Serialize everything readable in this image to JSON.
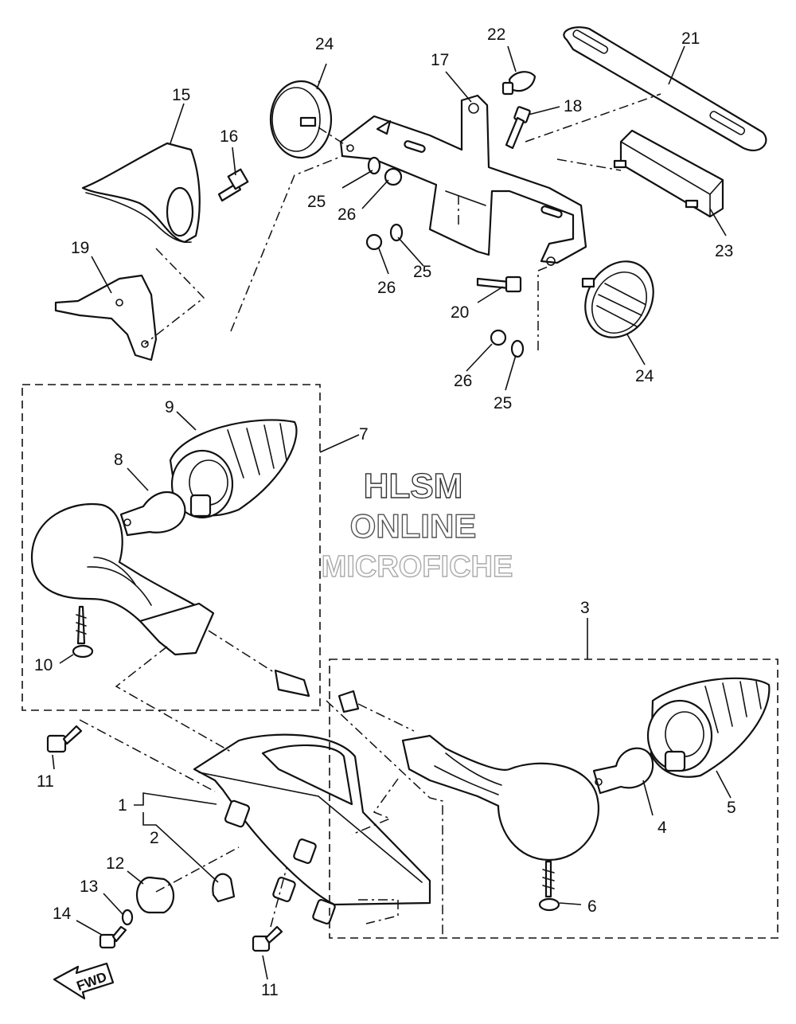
{
  "callouts": {
    "c1": "1",
    "c2": "2",
    "c3": "3",
    "c4": "4",
    "c5": "5",
    "c6": "6",
    "c7": "7",
    "c8": "8",
    "c9": "9",
    "c10": "10",
    "c11a": "11",
    "c11b": "11",
    "c12": "12",
    "c13": "13",
    "c14": "14",
    "c15": "15",
    "c16": "16",
    "c17": "17",
    "c18": "18",
    "c19": "19",
    "c20": "20",
    "c21": "21",
    "c22": "22",
    "c23": "23",
    "c24a": "24",
    "c24b": "24",
    "c25a": "25",
    "c25b": "25",
    "c25c": "25",
    "c26a": "26",
    "c26b": "26",
    "c26c": "26"
  },
  "watermark": {
    "line1": "HLSM",
    "line2": "ONLINE",
    "line3": "MICROFICHE",
    "color1": "#333333",
    "color2": "#555555",
    "color3": "#aaaaaa"
  },
  "fwd_label": "FWD"
}
